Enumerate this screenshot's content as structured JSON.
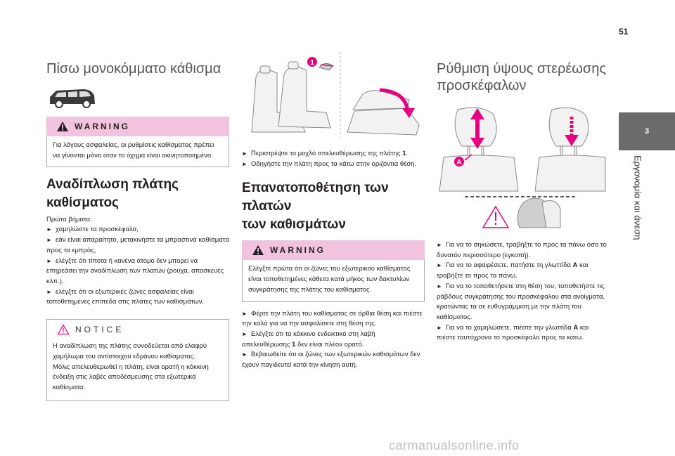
{
  "page_number": "51",
  "side_tab": {
    "chapter_number": "3",
    "chapter_title": "Εργονομία και άνεση"
  },
  "col1": {
    "title": "Πίσω μονοκόμματο κάθισμα",
    "warning": {
      "label": "WARNING",
      "text": "Για λόγους ασφαλείας, οι ρυθμίσεις καθίσματος πρέπει να γίνονται μόνο όταν το όχημα είναι ακινητοποιημένο."
    },
    "section_title_line1": "Αναδίπλωση πλάτης",
    "section_title_line2": "καθίσματος",
    "intro": "Πρώτα βήματα:",
    "bullets": [
      "χαμηλώστε τα προσκέφαλα,",
      "εάν είναι απαραίτητο, μετακινήστε τα μπροστινά καθίσματα προς τα εμπρός,",
      "ελέγξτε ότι τίποτα ή κανένα άτομο δεν μπορεί να επηρεάσει την αναδίπλωση των πλατών (ρούχα, αποσκευές κλπ.),",
      "ελέγξτε ότι οι εξωτερικές ζώνες ασφαλείας είναι τοποθετημένες επίπεδα στις πλάτες των καθισμάτων."
    ],
    "notice": {
      "label": "NOTICE",
      "text1": "Η αναδίπλωση της πλάτης συνοδεύεται από ελαφρύ χαμήλωμα του αντίστοιχου εδράνου καθίσματος.",
      "text2": "Μόλις απελευθερωθεί η πλάτη, είναι ορατή η κόκκινη ένδειξη στις λαβές αποδέσμευσης στα εξωτερικά καθίσματα."
    }
  },
  "col2": {
    "figure_callout": "1",
    "bullet1_before": "Περιστρέψτε το μοχλό απελευθέρωσης της πλάτης ",
    "bullet1_bold": "1",
    "bullet1_after": ".",
    "bullet2": "Οδηγήστε την πλάτη προς τα κάτω στην οριζόντια θέση.",
    "section_title_line1": "Επανατοποθέτηση των πλατών",
    "section_title_line2": "των καθισμάτων",
    "warning": {
      "label": "WARNING",
      "text": "Ελέγξτε πρώτα ότι οι ζώνες του εξωτερικού καθίσματος είναι τοποθετημένες κάθετα κατά μήκος των δακτυλίων συγκράτησης της πλάτης του καθίσματος."
    },
    "bullet3": "Φέρτε την πλάτη του καθίσματος σε όρθια θέση και πιέστε την καλά για να την ασφαλίσετε στη θέση της.",
    "bullet4_before": "Ελέγξτε ότι το κόκκινο ενδεικτικό στη λαβή απελευθέρωσης ",
    "bullet4_bold": "1",
    "bullet4_after": " δεν είναι πλέον ορατό.",
    "bullet5": "Βεβαιωθείτε ότι οι ζώνες των εξωτερικών καθισμάτων δεν έχουν παγιδευτεί κατά την κίνηση αυτή."
  },
  "col3": {
    "title_line1": "Ρύθμιση ύψους στερέωσης",
    "title_line2": "προσκέφαλων",
    "figure_callout": "A",
    "bullet1": "Για να το σηκώσετε, τραβήξτε το προς τα πάνω όσο το δυνατόν περισσότερο (εγκοπή).",
    "bullet2_before": "Για να το αφαιρέσετε, πατήστε τη γλωττίδα ",
    "bullet2_bold": "A",
    "bullet2_after": " και τραβήξτε το προς τα πάνω.",
    "bullet3": "Για να το τοποθετήσετε στη θέση του, τοποθετήστε τις ράβδους συγκράτησης του προσκέφαλου στα ανοίγματα, κρατώντας τα σε ευθυγράμμιση με την πλάτη του καθίσματος.",
    "bullet4_before": "Για να το χαμηλώσετε, πιέστε την γλωττίδα ",
    "bullet4_bold": "A",
    "bullet4_after": " και πιέστε ταυτόχρονα το προσκέφαλο προς τα κάτω."
  },
  "watermark": "carmanualsonline.info",
  "colors": {
    "warning_bg": "#f2c3df",
    "accent_pink": "#e4007f",
    "tab_grey": "#6b6b6b"
  },
  "icons": [
    "vehicle-icon",
    "warning-triangle-icon",
    "notice-triangle-icon",
    "bullet-arrow-icon"
  ]
}
